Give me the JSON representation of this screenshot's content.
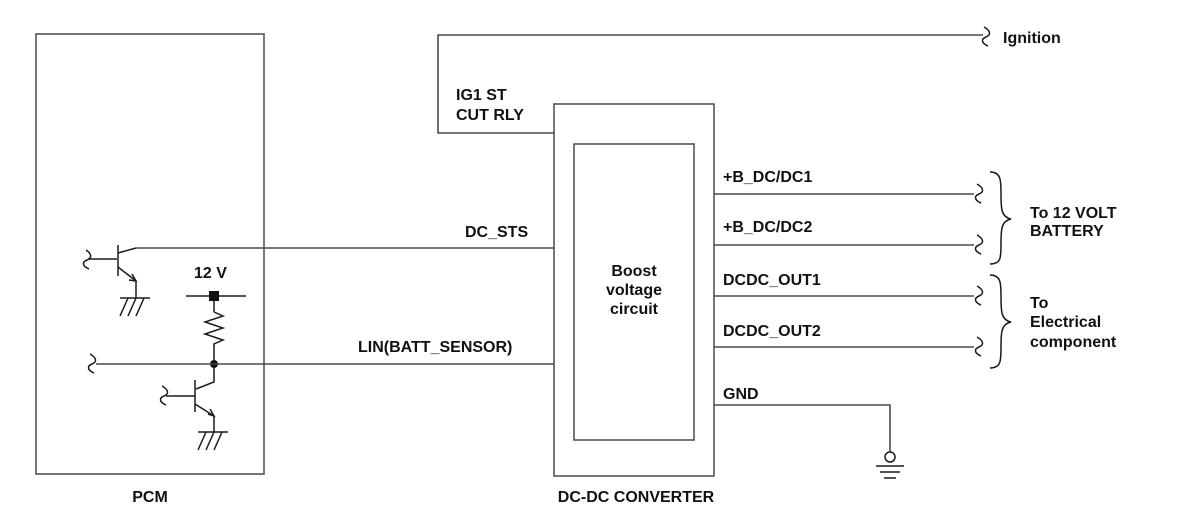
{
  "blocks": {
    "pcm": "PCM",
    "converter": "DC-DC CONVERTER",
    "boost_line1": "Boost",
    "boost_line2": "voltage",
    "boost_line3": "circuit"
  },
  "signals": {
    "ignition": "Ignition",
    "ig1_line1": "IG1 ST",
    "ig1_line2": "CUT RLY",
    "dc_sts": "DC_STS",
    "lin": "LIN(BATT_SENSOR)",
    "b_dc1": "+B_DC/DC1",
    "b_dc2": "+B_DC/DC2",
    "dcdc_out1": "DCDC_OUT1",
    "dcdc_out2": "DCDC_OUT2",
    "gnd": "GND"
  },
  "destinations": {
    "battery_line1": "To 12 VOLT",
    "battery_line2": "BATTERY",
    "electrical_line1": "To",
    "electrical_line2": "Electrical",
    "electrical_line3": "component"
  },
  "supply": {
    "voltage": "12 V"
  }
}
